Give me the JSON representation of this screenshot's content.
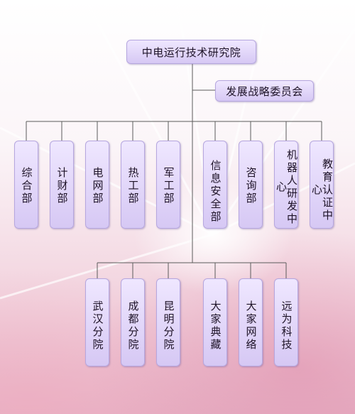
{
  "root": {
    "label": "中电运行技术研究院"
  },
  "committee": {
    "label": "发展战略委员会"
  },
  "departments": [
    "综合部",
    "计财部",
    "电网部",
    "热工部",
    "军工部",
    "信息安全部",
    "咨询部",
    "机器人研发中心",
    "教育认证中心"
  ],
  "branches": [
    "武汉分院",
    "成都分院",
    "昆明分院",
    "大家典藏",
    "大家网络",
    "远为科技"
  ],
  "colors": {
    "box_top": "#efe7ff",
    "box_bottom": "#d6c8f4",
    "line": "#5b5b5b"
  }
}
